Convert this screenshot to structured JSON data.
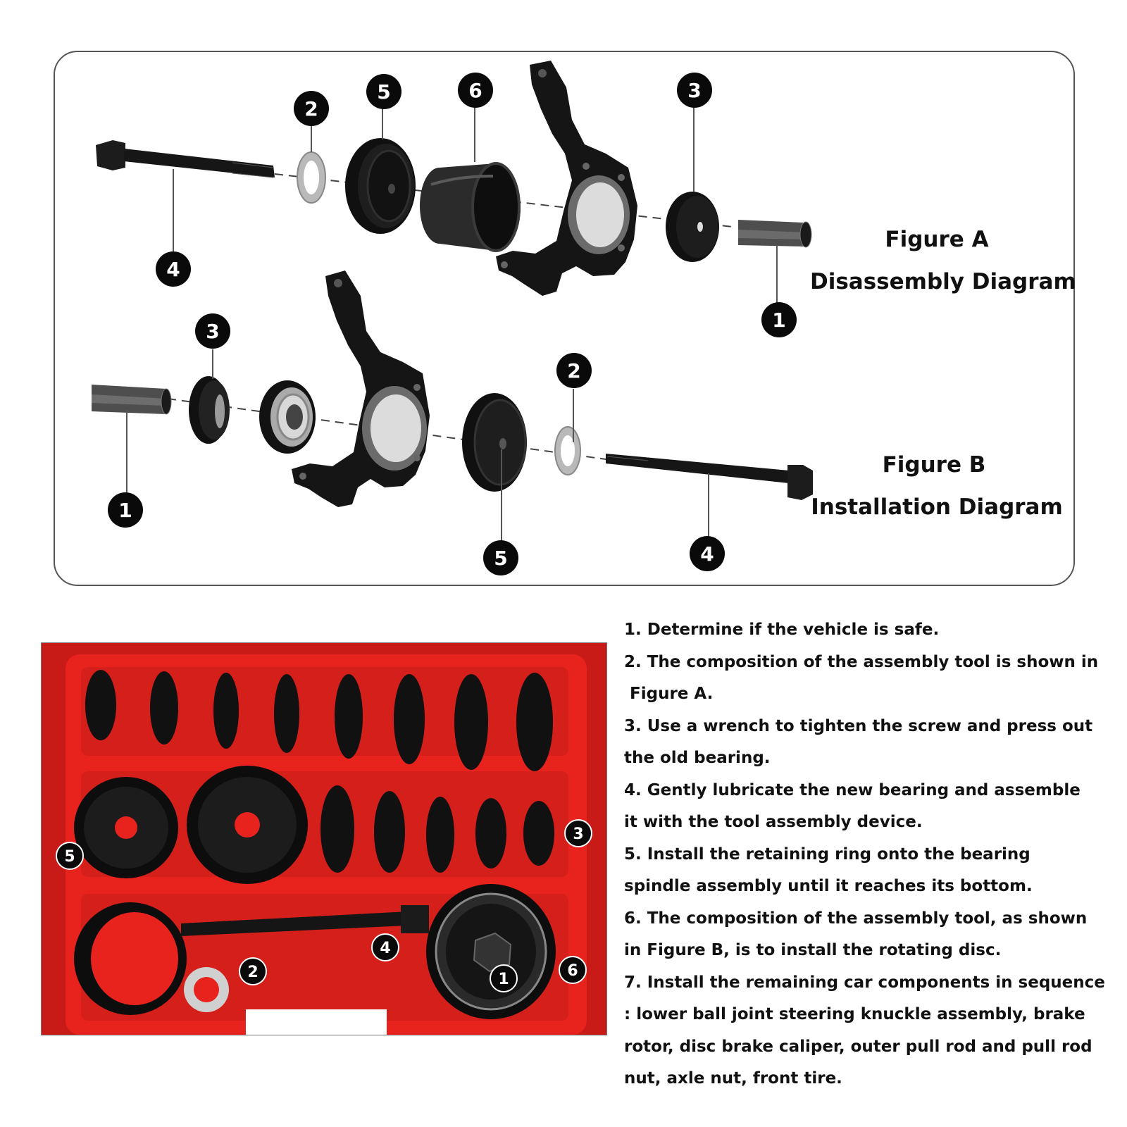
{
  "figure_a": {
    "title": "Figure A",
    "subtitle": "Disassembly Diagram"
  },
  "figure_b": {
    "title": "Figure B",
    "subtitle": "Installation Diagram"
  },
  "callouts_a": [
    "2",
    "5",
    "6",
    "3",
    "4",
    "1"
  ],
  "callouts_b": [
    "3",
    "2",
    "1",
    "5",
    "4"
  ],
  "callouts_case": [
    "5",
    "3",
    "4",
    "2",
    "1",
    "6"
  ],
  "steps": [
    "1. Determine if the vehicle is safe.",
    "2. The composition of the assembly tool is shown in",
    " Figure A.",
    "3. Use a wrench to tighten the screw and press out",
    "the old bearing.",
    "4. Gently lubricate the new bearing and assemble",
    "it with the tool assembly device.",
    "5. Install the retaining ring onto the bearing",
    "spindle assembly until it reaches its bottom.",
    "6. The composition of the assembly tool, as shown",
    "in Figure B, is to install the rotating disc.",
    "7. Install the remaining car components in sequence",
    ": lower ball joint steering knuckle assembly, brake",
    "rotor, disc brake caliper, outer pull rod and pull rod",
    "nut, axle nut, front tire."
  ],
  "colors": {
    "case_red": "#e8231e",
    "parts_black": "#141414",
    "badge": "#0a0a0a"
  }
}
